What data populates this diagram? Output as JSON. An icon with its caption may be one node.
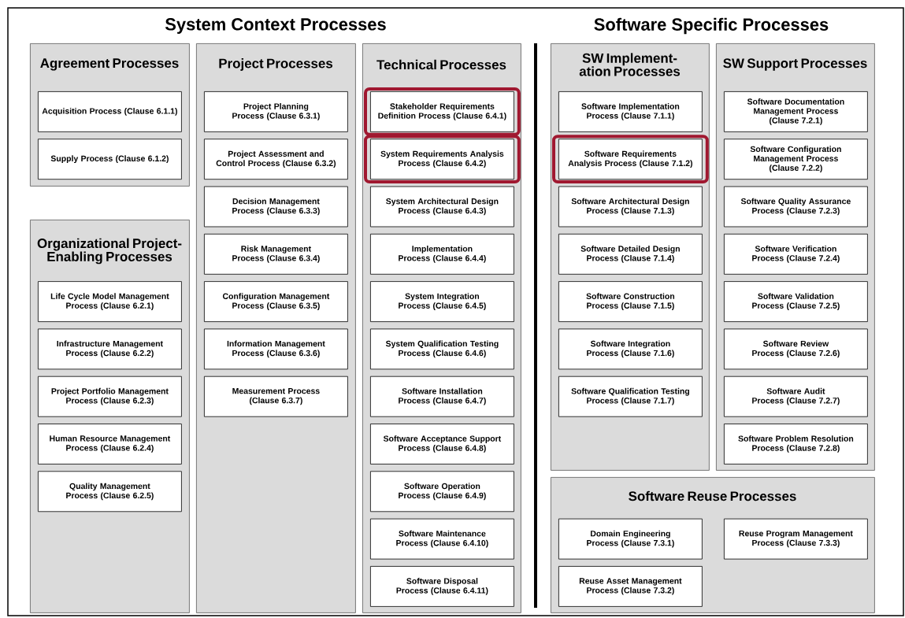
{
  "diagram": {
    "nodes": [
      {
        "text": [
          "Agreement Processes"
        ]
      },
      {
        "text": [
          "Acquisition Process (Clause 6.1.1)"
        ],
        "in": 0
      },
      {
        "text": [
          "Supply Process (Clause 6.1.2)"
        ],
        "in": 0
      },
      {
        "text": [
          "Organizational Project-Enabling Processes"
        ]
      },
      {
        "text": [
          "Life Cycle Model Management Process (Clause 6.2.1)"
        ],
        "in": 3
      },
      {
        "text": [
          "Infrastructure Management Process (Clause 6.2.2)"
        ],
        "in": 3
      },
      {
        "text": [
          "Project Portfolio Management Process (Clause 6.2.3)"
        ],
        "in": 3
      },
      {
        "text": [
          "Human Resource Management Process (Clause 6.2.4)"
        ],
        "in": 3
      },
      {
        "text": [
          "Quality Management Process (Clause 6.2.5)"
        ],
        "in": 3
      },
      {
        "text": [
          "Project Processes"
        ]
      },
      {
        "text": [
          "Project Planning Process (Clause 6.3.1)"
        ],
        "in": 9
      },
      {
        "text": [
          "Project Assessment and Control Process (Clause 6.3.2)"
        ],
        "in": 9
      },
      {
        "text": [
          "Decision Management Process (Clause 6.3.3)"
        ],
        "in": 9
      },
      {
        "text": [
          "Risk Management Process (Clause 6.3.4)"
        ],
        "in": 9
      },
      {
        "text": [
          "Configuration Management Process (Clause 6.3.5)"
        ],
        "in": 9
      },
      {
        "text": [
          "Information Management Process (Clause 6.3.6)"
        ],
        "in": 9
      },
      {
        "text": [
          "Measurement Process (Clause 6.3.7)"
        ],
        "in": 9
      },
      {
        "text": [
          "Technical Processes"
        ]
      },
      {
        "text": [
          "Stakeholder Requirements Definition Process (Clause 6.4.1)"
        ],
        "in": 17
      },
      {
        "text": [
          "System Requirements Analysis Process (Clause 6.4.2)"
        ],
        "in": 17
      },
      {
        "text": [
          "System Architectural Design Process (Clause 6.4.3)"
        ],
        "in": 17
      },
      {
        "text": [
          "Implementation Process (Clause 6.4.4)"
        ],
        "in": 17
      },
      {
        "text": [
          "System Integration Process (Clause 6.4.5)"
        ],
        "in": 17
      },
      {
        "text": [
          "System Qualification Testing Process (Clause 6.4.6)"
        ],
        "in": 17
      },
      {
        "text": [
          "Software Installation Process (Clause 6.4.7)"
        ],
        "in": 17
      },
      {
        "text": [
          "Software Acceptance Support Process (Clause 6.4.8)"
        ],
        "in": 17
      },
      {
        "text": [
          "Software Operation Process (Clause 6.4.9)"
        ],
        "in": 17
      },
      {
        "text": [
          "Software Maintenance Process (Clause 6.4.10)"
        ],
        "in": 17
      },
      {
        "text": [
          "Software Disposal Process (Clause 6.4.11)"
        ],
        "in": 17
      },
      {
        "text": [
          "SW Implement-ation Processes"
        ]
      },
      {
        "text": [
          "Software Implementation Process (Clause 7.1.1)"
        ],
        "in": 29
      },
      {
        "text": [
          "Software Requirements Analysis Process (Clause 7.1.2)"
        ],
        "in": 29
      },
      {
        "text": [
          "Software Architectural Design Process (Clause 7.1.3)"
        ],
        "in": 29
      },
      {
        "text": [
          "Software Detailed Design Process (Clause 7.1.4)"
        ],
        "in": 29
      },
      {
        "text": [
          "Software Construction Process (Clause 7.1.5)"
        ],
        "in": 29
      },
      {
        "text": [
          "Software Integration Process (Clause 7.1.6)"
        ],
        "in": 29
      },
      {
        "text": [
          "Software Qualification Testing Process (Clause 7.1.7)"
        ],
        "in": 29
      },
      {
        "text": [
          "SW Support Processes"
        ]
      },
      {
        "text": [
          "Software Documentation Management Process (Clause 7.2.1)"
        ],
        "in": 37
      },
      {
        "text": [
          "Software Configuration Management Process (Clause 7.2.2)"
        ],
        "in": 37
      },
      {
        "text": [
          "Software Quality Assurance Process (Clause 7.2.3)"
        ],
        "in": 37
      },
      {
        "text": [
          "Software Verification Process (Clause 7.2.4)"
        ],
        "in": 37
      },
      {
        "text": [
          "Software Validation Process (Clause 7.2.5)"
        ],
        "in": 37
      },
      {
        "text": [
          "Software Review Process (Clause 7.2.6)"
        ],
        "in": 37
      },
      {
        "text": [
          "Software Audit Process (Clause 7.2.7)"
        ],
        "in": 37
      },
      {
        "text": [
          "Software Problem Resolution Process (Clause 7.2.8)"
        ],
        "in": 37
      },
      {
        "text": [
          "Software Reuse Processes"
        ]
      },
      {
        "text": [
          "Domain Engineering Process (Clause 7.3.1)"
        ],
        "in": 46
      },
      {
        "text": [
          "Reuse Program Management Process (Clause 7.3.3)"
        ],
        "in": 46
      },
      {
        "text": [
          "Reuse Asset Management Process (Clause 7.3.2)"
        ],
        "in": 46
      }
    ],
    "edges": [],
    "labels": [
      "System Context Processes",
      "Software Specific Processes"
    ]
  }
}
